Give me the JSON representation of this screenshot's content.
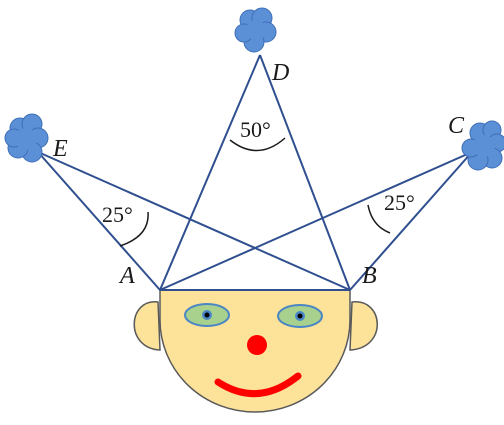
{
  "diagram": {
    "points": {
      "A": "A",
      "B": "B",
      "C": "C",
      "D": "D",
      "E": "E"
    },
    "angles": {
      "D": "50°",
      "E": "25°",
      "C": "25°"
    }
  },
  "colors": {
    "line": "#2f4f8f",
    "pompom": "#5b8fd6",
    "pompom_edge": "#3e6fb8",
    "face": "#fde29a",
    "face_edge": "#5a5a5a",
    "eye_white": "#a9d18e",
    "pupil_ring": "#4a86c5",
    "nose": "#ff0000",
    "mouth": "#ff0000"
  }
}
